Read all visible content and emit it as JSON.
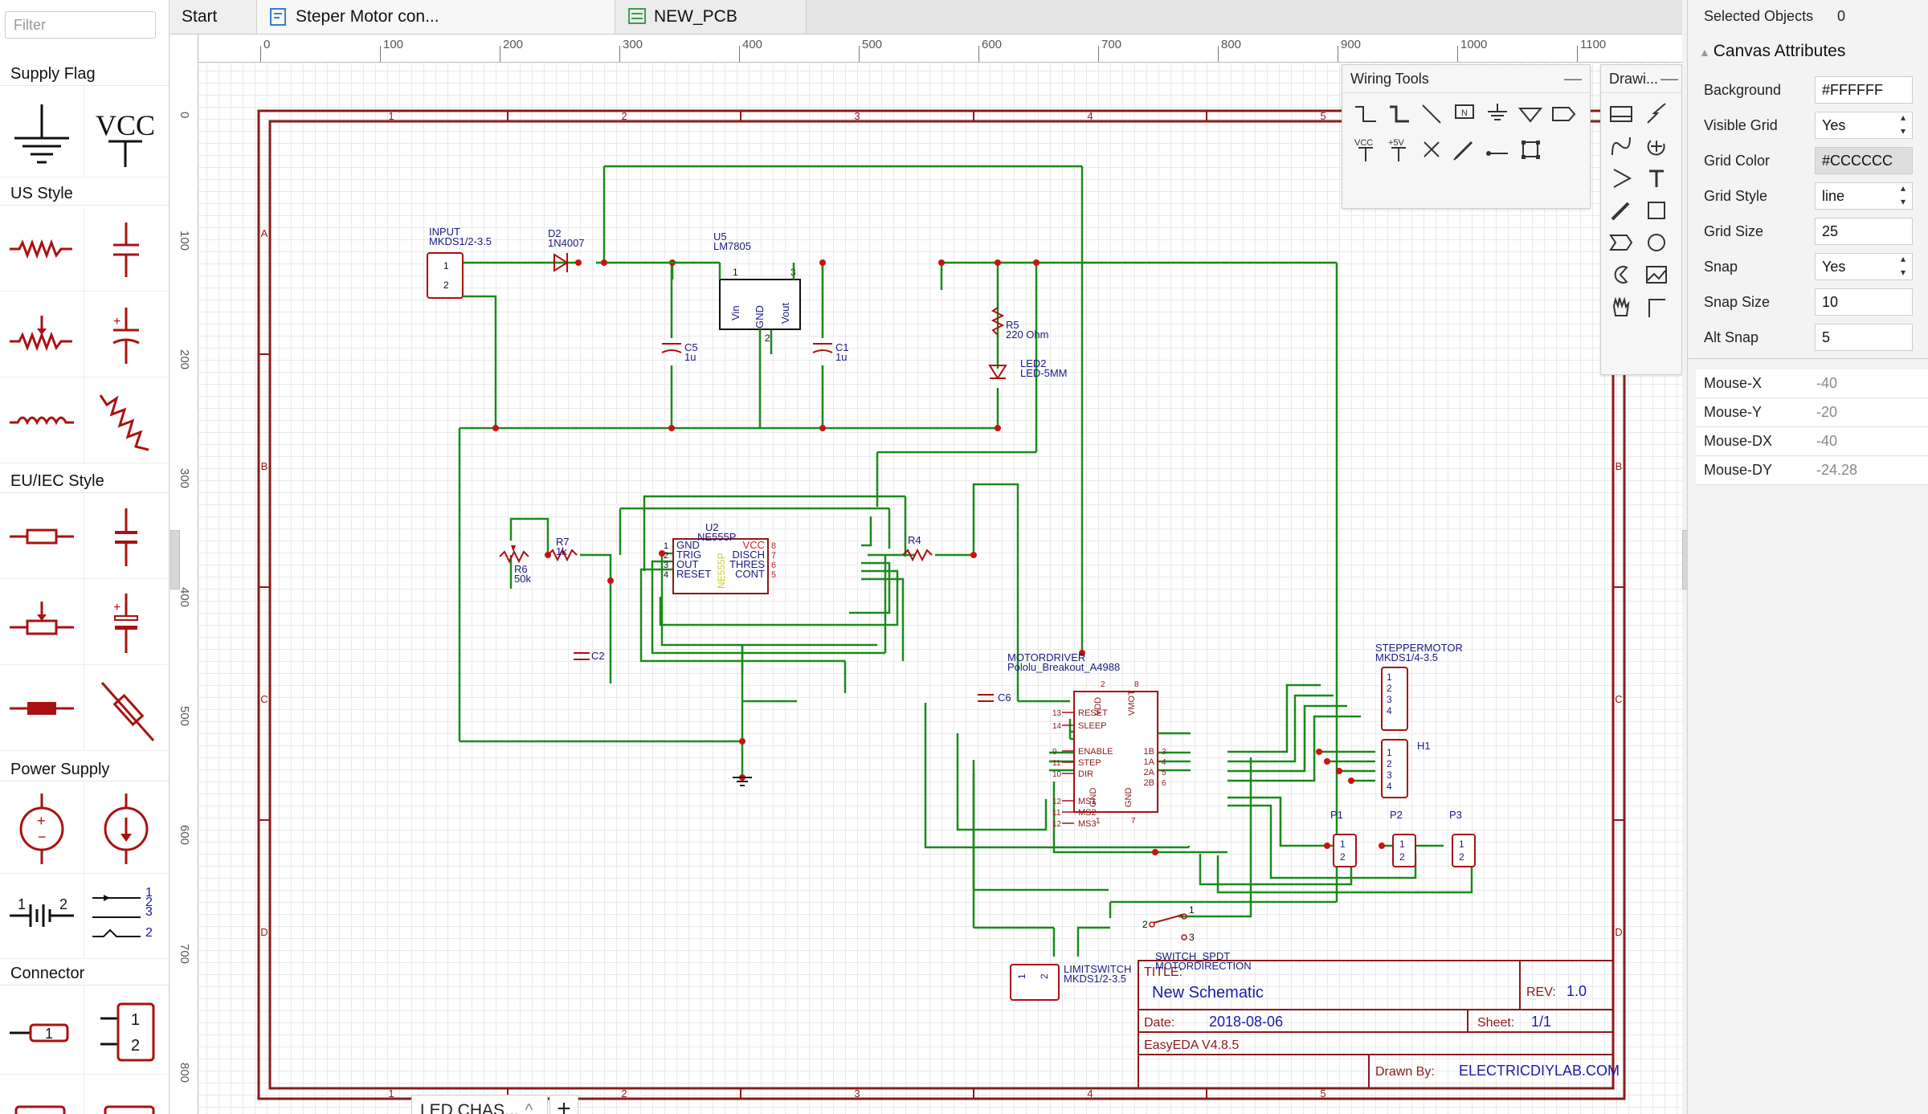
{
  "library": {
    "filter_placeholder": "Filter",
    "sections": [
      "Supply Flag",
      "US Style",
      "EU/IEC Style",
      "Power Supply",
      "Connector"
    ],
    "vcc_label": "VCC",
    "battery_labels": [
      "1",
      "2"
    ],
    "connector_pins": [
      "1",
      "2",
      "3",
      "2"
    ]
  },
  "tabs": [
    {
      "label": "Start"
    },
    {
      "label": "Steper Motor con..."
    },
    {
      "label": "NEW_PCB"
    }
  ],
  "ruler": {
    "top": [
      "0",
      "100",
      "200",
      "300",
      "400",
      "500",
      "600",
      "700",
      "800",
      "900",
      "1000",
      "1100"
    ],
    "left": [
      "0",
      "100",
      "200",
      "300",
      "400",
      "500",
      "600",
      "700",
      "800"
    ]
  },
  "frame": {
    "cols": [
      "1",
      "2",
      "3",
      "4",
      "5"
    ],
    "rows": [
      "A",
      "B",
      "C",
      "D"
    ]
  },
  "title_block": {
    "title_label": "TITLE:",
    "title": "New Schematic",
    "rev_label": "REV:",
    "rev": "1.0",
    "date_label": "Date:",
    "date": "2018-08-06",
    "sheet_label": "Sheet:",
    "sheet": "1/1",
    "app": "EasyEDA V4.8.5",
    "drawn_label": "Drawn By:",
    "drawn": "ELECTRICDIYLAB.COM"
  },
  "components": {
    "input": {
      "name": "INPUT",
      "part": "MKDS1/2-3.5",
      "pins": [
        "1",
        "2"
      ]
    },
    "d2": {
      "name": "D2",
      "part": "1N4007"
    },
    "u5": {
      "name": "U5",
      "part": "LM7805",
      "pins": [
        "Vin",
        "GND",
        "Vout"
      ],
      "nums": [
        "1",
        "2",
        "3"
      ]
    },
    "c5": {
      "name": "C5",
      "value": "1u"
    },
    "c1": {
      "name": "C1",
      "value": "1u"
    },
    "r5": {
      "name": "R5",
      "value": "220 Ohm"
    },
    "led2": {
      "name": "LED2",
      "part": "LED-5MM"
    },
    "u2": {
      "name": "U2",
      "part": "NE555P",
      "left_pins": [
        "GND",
        "TRIG",
        "OUT",
        "RESET"
      ],
      "right_pins": [
        "VCC",
        "DISCH",
        "THRES",
        "CONT"
      ],
      "left_nums": [
        "1",
        "2",
        "3",
        "4"
      ],
      "right_nums": [
        "8",
        "7",
        "6",
        "5"
      ],
      "body": "NE555P"
    },
    "r7": {
      "name": "R7",
      "value": "1k"
    },
    "r6": {
      "name": "R6",
      "value": "50k"
    },
    "r4": {
      "name": "R4"
    },
    "c2": {
      "name": "C2"
    },
    "c6": {
      "name": "C6"
    },
    "driver": {
      "name": "MOTORDRIVER",
      "part": "Pololu_Breakout_A4988",
      "left_pins": [
        "RESET",
        "SLEEP",
        "ENABLE",
        "STEP",
        "DIR",
        "MS1",
        "MS2",
        "MS3"
      ],
      "left_nums": [
        "13",
        "14",
        "9",
        "11",
        "10",
        "12",
        "11",
        "12"
      ],
      "top_pins": [
        "VDD",
        "VMOT"
      ],
      "top_nums": [
        "2",
        "8"
      ],
      "right_pins": [
        "1B",
        "1A",
        "2A",
        "2B"
      ],
      "right_nums": [
        "3",
        "4",
        "5",
        "6"
      ],
      "bottom_pins": [
        "GND",
        "GND"
      ],
      "bottom_nums": [
        "1",
        "7"
      ]
    },
    "stepper": {
      "name": "STEPPERMOTOR",
      "part": "MKDS1/4-3.5",
      "pins": [
        "1",
        "2",
        "3",
        "4"
      ]
    },
    "h1": {
      "name": "H1",
      "pins": [
        "1",
        "2",
        "3",
        "4"
      ]
    },
    "p1": {
      "name": "P1",
      "pins": [
        "1",
        "2"
      ]
    },
    "p2": {
      "name": "P2",
      "pins": [
        "1",
        "2"
      ]
    },
    "p3": {
      "name": "P3",
      "pins": [
        "1",
        "2"
      ]
    },
    "limit": {
      "name": "LIMITSWITCH",
      "part": "MKDS1/2-3.5",
      "pins": [
        "1",
        "2"
      ]
    },
    "switch": {
      "name": "SWITCH_SPDT",
      "part": "MOTORDIRECTION",
      "pins": [
        "1",
        "2",
        "3"
      ]
    }
  },
  "wiring_tools": {
    "title": "Wiring Tools",
    "vcc": "VCC",
    "plus5": "+5V",
    "netflag": "N"
  },
  "drawing_tools": {
    "title": "Drawi..."
  },
  "sheet_tab": {
    "label": "LED CHAS...",
    "add": "+"
  },
  "properties": {
    "selected_label": "Selected Objects",
    "selected_count": "0",
    "section": "Canvas Attributes",
    "rows": [
      {
        "key": "Background",
        "value": "#FFFFFF"
      },
      {
        "key": "Visible Grid",
        "value": "Yes"
      },
      {
        "key": "Grid Color",
        "value": "#CCCCCC"
      },
      {
        "key": "Grid Style",
        "value": "line"
      },
      {
        "key": "Grid Size",
        "value": "25"
      },
      {
        "key": "Snap",
        "value": "Yes"
      },
      {
        "key": "Snap Size",
        "value": "10"
      },
      {
        "key": "Alt Snap",
        "value": "5"
      }
    ],
    "mouse": [
      {
        "key": "Mouse-X",
        "value": "-40"
      },
      {
        "key": "Mouse-Y",
        "value": "-20"
      },
      {
        "key": "Mouse-DX",
        "value": "-40"
      },
      {
        "key": "Mouse-DY",
        "value": "-24.28"
      }
    ]
  },
  "colors": {
    "wire": "#1a8a1a",
    "frame": "#8b1a1a",
    "label": "#1a1a80",
    "junction": "#cc1111"
  }
}
